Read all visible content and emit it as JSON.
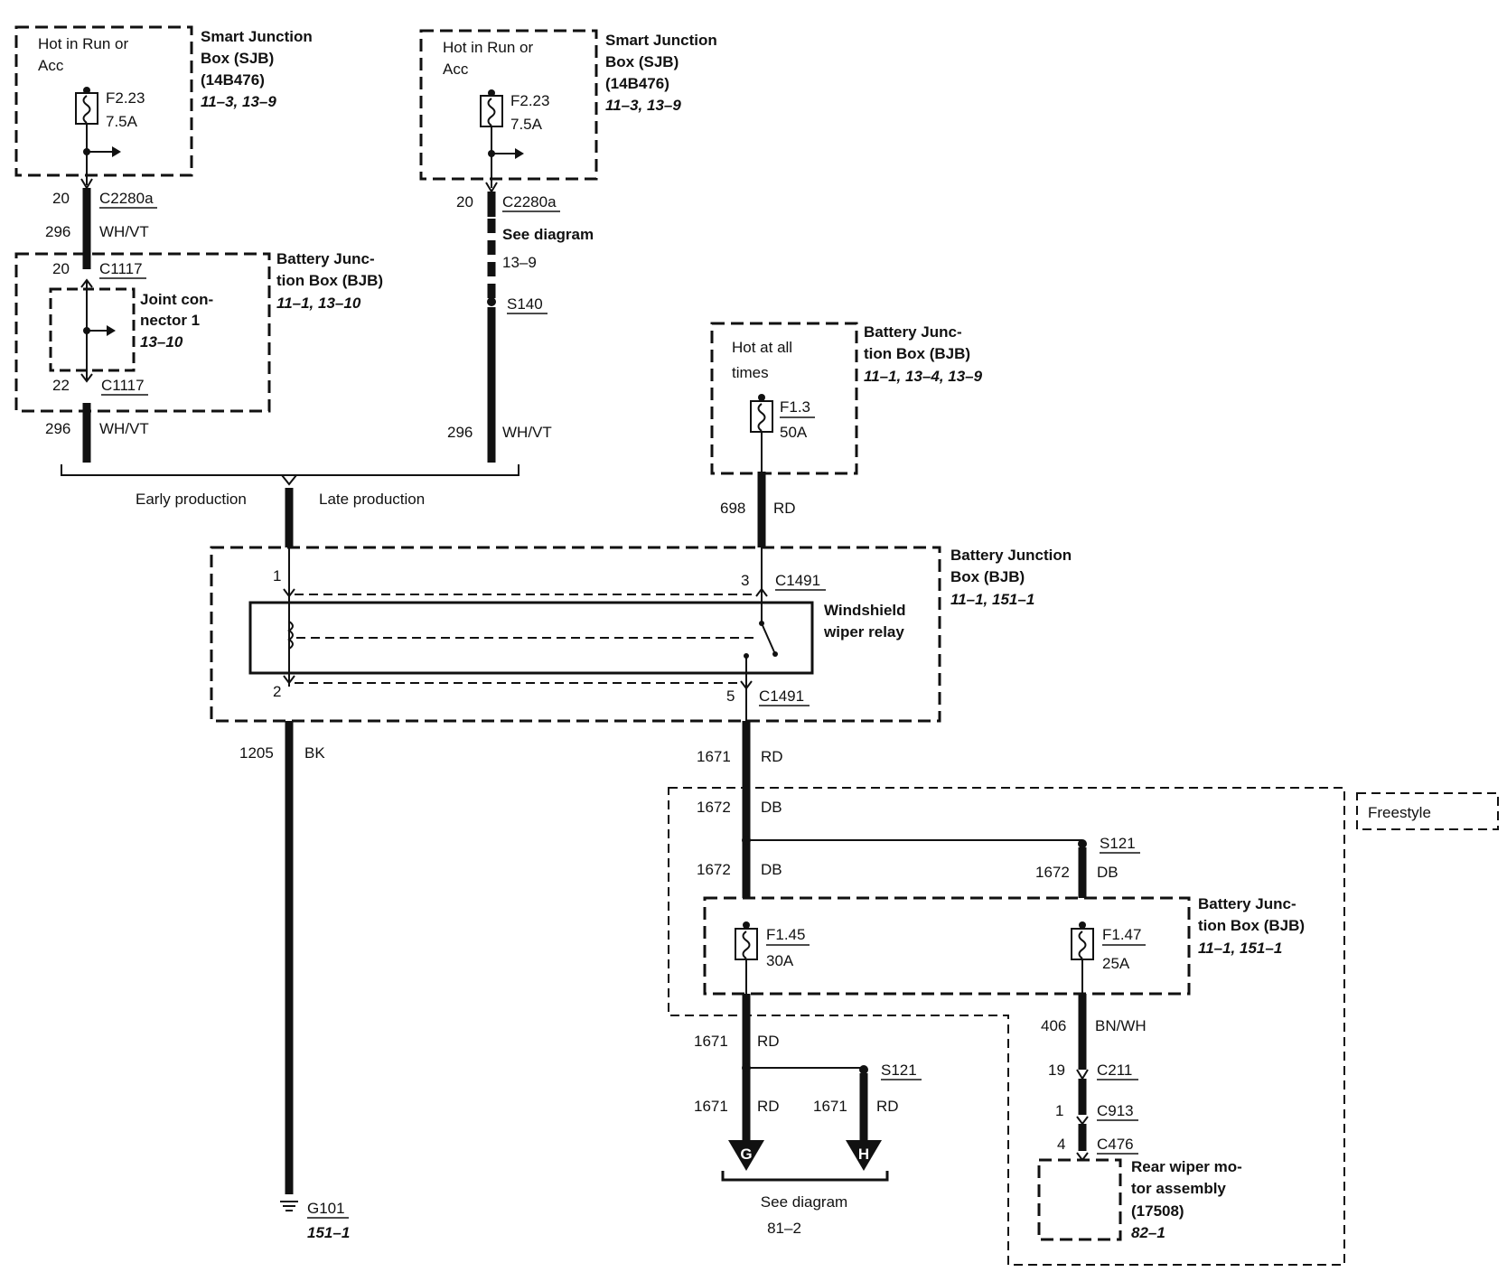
{
  "sjb1": {
    "hot": [
      "Hot in Run or",
      "Acc"
    ],
    "title": [
      "Smart Junction",
      "Box (SJB)"
    ],
    "part": "(14B476)",
    "ref": "11–3, 13–9",
    "fuse": "F2.23",
    "amps": "7.5A"
  },
  "sjb2": {
    "hot": [
      "Hot in Run or",
      "Acc"
    ],
    "title": [
      "Smart Junction",
      "Box (SJB)"
    ],
    "part": "(14B476)",
    "ref": "11–3, 13–9",
    "fuse": "F2.23",
    "amps": "7.5A"
  },
  "early": {
    "pin_top": "20",
    "conn_top": "C2280a",
    "circuit": "296",
    "color": "WH/VT",
    "bjb_pin_in": "20",
    "bjb_conn_in": "C1117",
    "bjb_title": [
      "Battery Junc-",
      "tion Box (BJB)"
    ],
    "bjb_ref": "11–1, 13–10",
    "joint": [
      "Joint con-",
      "nector 1"
    ],
    "joint_ref": "13–10",
    "bjb_pin_out": "22",
    "bjb_conn_out": "C1117",
    "circuit2": "296",
    "color2": "WH/VT"
  },
  "late": {
    "pin_top": "20",
    "conn_top": "C2280a",
    "see": "See diagram",
    "see_ref": "13–9",
    "splice": "S140",
    "circuit": "296",
    "color": "WH/VT"
  },
  "production": {
    "early": "Early production",
    "late": "Late production"
  },
  "bjb_hot": {
    "hot": [
      "Hot at all",
      "times"
    ],
    "title": [
      "Battery Junc-",
      "tion Box (BJB)"
    ],
    "ref": "11–1, 13–4, 13–9",
    "fuse": "F1.3",
    "amps": "50A",
    "circuit": "698",
    "color": "RD"
  },
  "relay": {
    "bjb_title": [
      "Battery Junction",
      "Box (BJB)"
    ],
    "bjb_ref": "11–1, 151–1",
    "name": [
      "Windshield",
      "wiper relay"
    ],
    "pin1": "1",
    "pin2": "2",
    "pin3": "3",
    "pin5": "5",
    "conn3": "C1491",
    "conn5": "C1491"
  },
  "ground": {
    "circuit": "1205",
    "color": "BK",
    "name": "G101",
    "ref": "151–1"
  },
  "out": {
    "circuit": "1671",
    "color": "RD"
  },
  "freestyle": {
    "label": "Freestyle",
    "c1": "1672",
    "col1": "DB",
    "c2": "1672",
    "col2": "DB",
    "c3": "1672",
    "col3": "DB",
    "splice": "S121",
    "bjb_title": [
      "Battery Junc-",
      "tion Box (BJB)"
    ],
    "bjb_ref": "11–1, 151–1",
    "fuse1": "F1.45",
    "amps1": "30A",
    "fuse2": "F1.47",
    "amps2": "25A",
    "rear_circuit": "406",
    "rear_color": "BN/WH",
    "pin19": "19",
    "c211": "C211",
    "pin1": "1",
    "c913": "C913",
    "pin4": "4",
    "c476": "C476",
    "motor": [
      "Rear wiper mo-",
      "tor assembly",
      "(17508)"
    ],
    "motor_ref": "82–1"
  },
  "bottom": {
    "c1": "1671",
    "col1": "RD",
    "splice": "S121",
    "c2": "1671",
    "col2": "RD",
    "c3": "1671",
    "col3": "RD",
    "g": "G",
    "h": "H",
    "see": "See diagram",
    "see_ref": "81–2"
  }
}
